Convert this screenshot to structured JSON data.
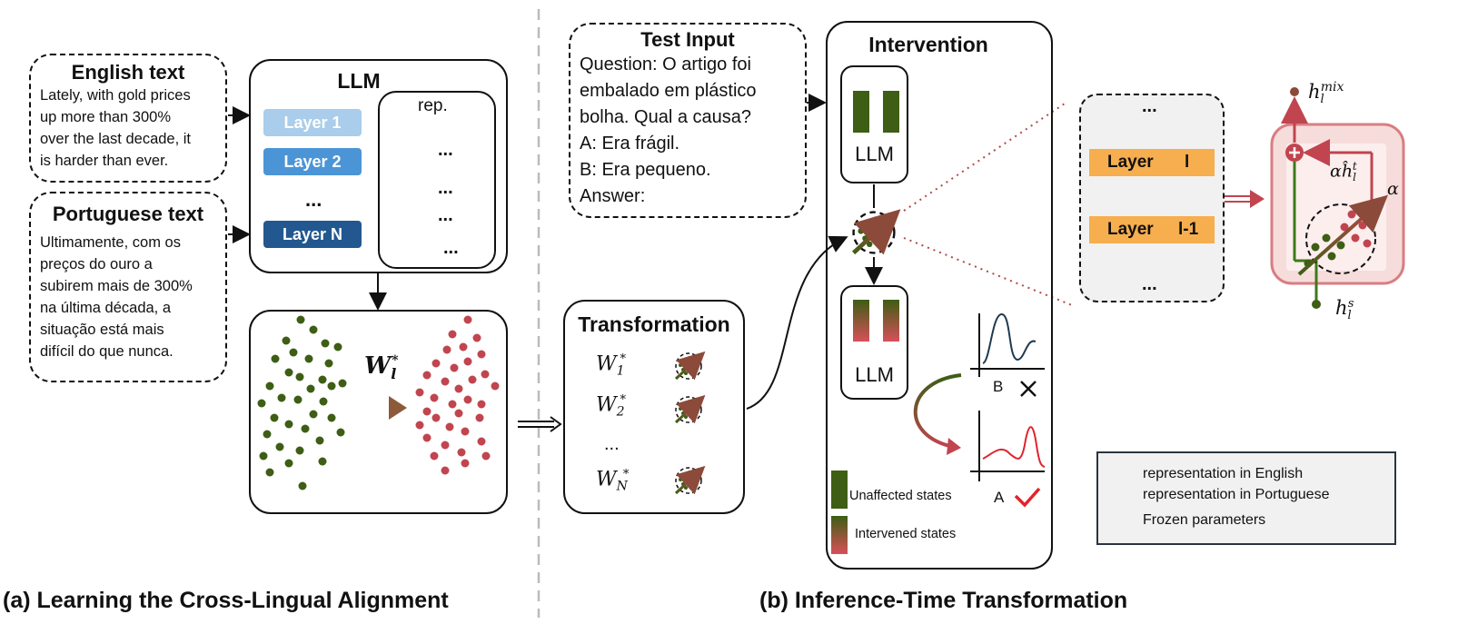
{
  "panel_a": {
    "english_box": {
      "title": "English text",
      "lines": [
        "Lately, with gold prices",
        "up more than 300%",
        "over the last decade, it",
        "is harder than ever."
      ]
    },
    "portuguese_box": {
      "title": "Portuguese text",
      "lines": [
        "Ultimamente, com os",
        "preços do ouro a",
        "subirem mais de 300%",
        "na última década, a",
        "situação está mais",
        "difícil do que nunca."
      ]
    },
    "llm": {
      "title": "LLM",
      "layers": [
        "Layer 1",
        "Layer 2",
        "Layer N"
      ],
      "ellipsis": "...",
      "rep_label": "rep.",
      "rep_ellipsis": "..."
    },
    "alignment": {
      "weight_base": "W",
      "weight_sub": "l",
      "weight_sup": "*"
    },
    "caption": "(a) Learning the Cross-Lingual Alignment"
  },
  "panel_b": {
    "test_input": {
      "title": "Test Input",
      "lines": [
        "Question: O artigo foi",
        "embalado em plástico",
        "bolha. Qual a causa?",
        "A: Era frágil.",
        "B: Era pequeno.",
        "Answer:"
      ]
    },
    "transformation": {
      "title": "Transformation",
      "weights": [
        {
          "base": "W",
          "sub": "1",
          "sup": "*"
        },
        {
          "base": "W",
          "sub": "2",
          "sup": "*"
        },
        {
          "base": "W",
          "sub": "N",
          "sup": "*"
        }
      ],
      "ellipsis": "..."
    },
    "intervention": {
      "title": "Intervention",
      "llm_top": "LLM",
      "llm_bottom": "LLM",
      "answer_b": "B",
      "answer_a": "A",
      "legend_unaffected": "Unaffected states",
      "legend_intervened": "Intervened states"
    },
    "zoom": {
      "layer_top": "Layer",
      "layer_top_idx": "l",
      "layer_bottom": "Layer",
      "layer_bottom_idx": "l-1",
      "dots": "..."
    },
    "mix": {
      "h_mix": "h",
      "h_mix_sub": "l",
      "h_mix_sup": "mix",
      "alpha_h": "αĥ",
      "alpha_h_sub": "l",
      "alpha_h_sup": "t",
      "alpha": "α",
      "h_s": "h",
      "h_s_sub": "l",
      "h_s_sup": "s"
    },
    "legend": {
      "english": "representation in English",
      "portuguese": "representation in Portuguese",
      "frozen": "Frozen parameters"
    },
    "caption": "(b) Inference-Time Transformation"
  },
  "colors": {
    "green": "#3d5e14",
    "red": "#c0454f",
    "layer1": "#a9cdea",
    "layer2": "#4b95d7",
    "layerN": "#22588f",
    "orange": "#f6ae4e",
    "pink_bg": "#f7dcdc",
    "pink_border": "#d87e82"
  }
}
